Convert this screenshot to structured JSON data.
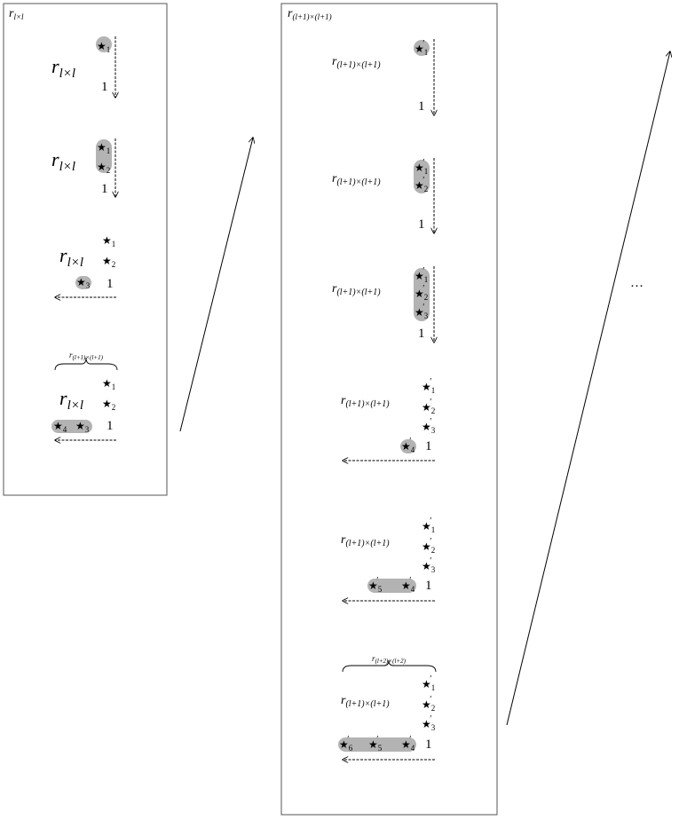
{
  "panel_left": {
    "title": {
      "base": "r",
      "sub": "l×l"
    },
    "symbol": {
      "base": "r",
      "sub": "l×l"
    },
    "stars": [
      "1",
      "2",
      "3",
      "4"
    ],
    "one": "1",
    "brace": {
      "base": "r",
      "sub": "(l+1)×(l+1)"
    }
  },
  "panel_right": {
    "title": {
      "base": "r",
      "sub": "(l+1)×(l+1)"
    },
    "symbol": {
      "base": "r",
      "sub": "(l+1)×(l+1)"
    },
    "stars": [
      "1",
      "2",
      "3",
      "4",
      "5",
      "6"
    ],
    "prime": "′",
    "one": "1",
    "brace": {
      "base": "r",
      "sub": "(l+2)×(l+2)"
    }
  },
  "star_glyph": "★",
  "ellipsis": "…",
  "colors": {
    "highlight": "#b3b3b3",
    "stroke": "#000000",
    "frame": "#555555"
  }
}
